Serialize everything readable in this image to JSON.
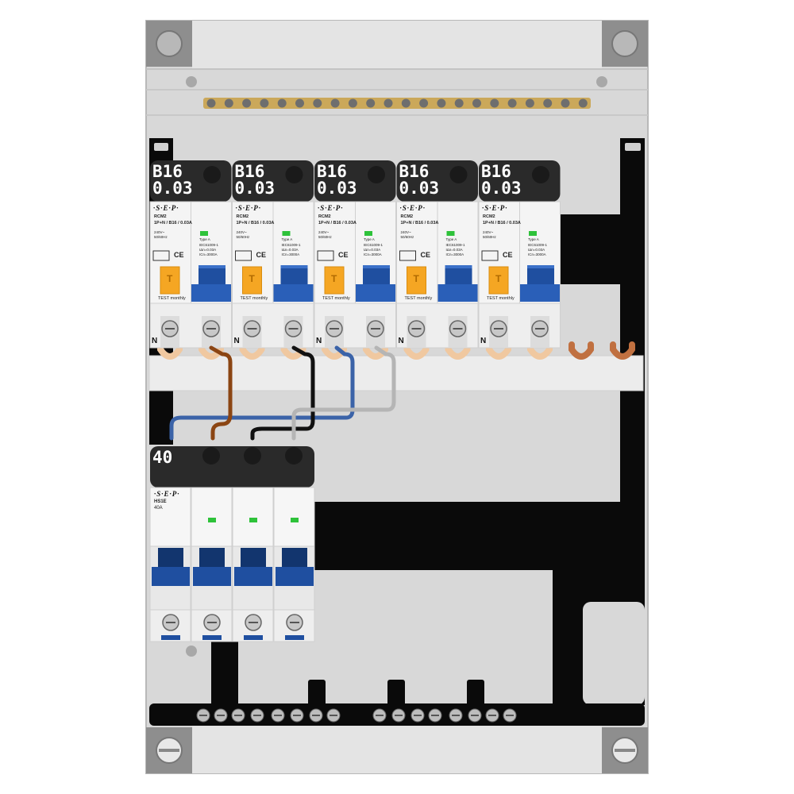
{
  "rcbos": [
    {
      "rating": "B16",
      "sensitivity": "0.03"
    },
    {
      "rating": "B16",
      "sensitivity": "0.03"
    },
    {
      "rating": "B16",
      "sensitivity": "0.03"
    },
    {
      "rating": "B16",
      "sensitivity": "0.03"
    },
    {
      "rating": "B16",
      "sensitivity": "0.03"
    }
  ],
  "rcbo_face": {
    "brand": "·S·E·P·",
    "model": "RCM2",
    "spec": "1P+N / B16 / 0.03A",
    "voltage": "240V~",
    "freq": "50/60Hz",
    "type": "Type A",
    "standard": "IEC61009-1",
    "idn": "IΔn=0.03A",
    "icn": "ICn=3000A",
    "test_text": "TEST monthly",
    "test_button": "T",
    "n_mark": "N"
  },
  "main_switch": {
    "rating": "40",
    "brand": "·S·E·P·",
    "model": "HS1E",
    "current": "40A"
  },
  "colors": {
    "enclosure": "#d6d6d6",
    "busbar_copper": "#c8a24a",
    "label_black": "#2a2a2a",
    "handle_blue": "#1f4fa0",
    "test_orange": "#f5a623",
    "wire_brown": "#8b4513",
    "wire_black": "#111111",
    "wire_blue": "#3b63a8",
    "wire_grey": "#b5b5b5",
    "led_green": "#2ec23a"
  }
}
